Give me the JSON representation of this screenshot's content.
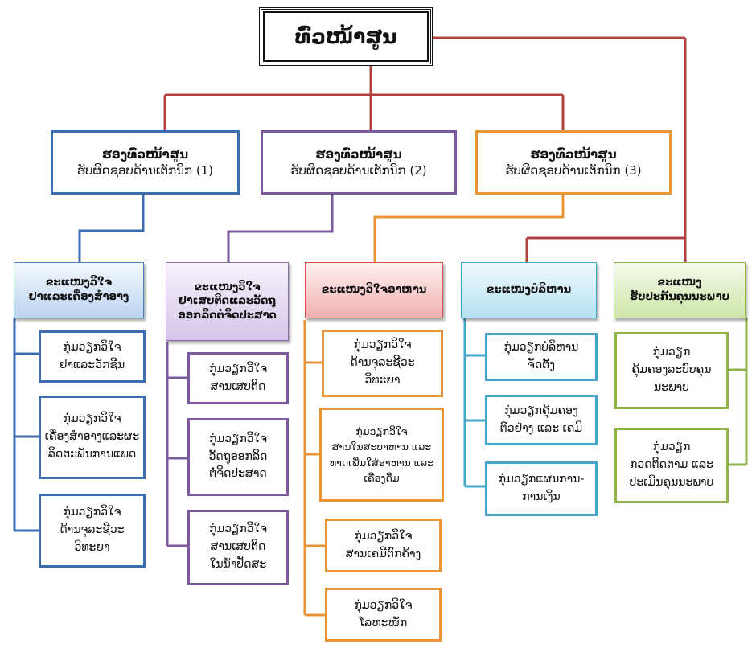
{
  "top": {
    "title": "ທົ່ວໜ້າສູນ"
  },
  "managers": [
    {
      "line1": "ຮອງທົ່ວໜ້າສູນ",
      "line2": "ຮັບຜິດຊອບດ້ານເຕັກນິກ (1)",
      "color": "#3c6db3"
    },
    {
      "line1": "ຮອງທົ່ວໜ້າສູນ",
      "line2": "ຮັບຜິດຊອບດ້ານເຕັກນິກ (2)",
      "color": "#7b5a9e"
    },
    {
      "line1": "ຮອງທົ່ວໜ້າສູນ",
      "line2": "ຮັບຜິດຊອບດ້ານເຕັກນິກ (3)",
      "color": "#e8953a"
    }
  ],
  "departments": [
    {
      "line1": "ຂະແໜງວິໃຈ",
      "line2": "ຢາແລະເຄື່ອງສຳອາງ",
      "color": "#4d7fc3",
      "bg": "#d6e6fa"
    },
    {
      "line1": "ຂະແໜງວິໃຈ",
      "line2": "ຢາເສບຕິດແລະວັດຖຸ",
      "line3": "ອອກລິດຕໍ່ຈິດປະສາດ",
      "color": "#8b6bb0",
      "bg": "#e5dcf1"
    },
    {
      "line1": "ຂະແໜງວິໃຈອາຫານ",
      "color": "#d9534f",
      "bg": "#f6cccc"
    },
    {
      "line1": "ຂະແໜງບໍລິຫານ",
      "color": "#41a6c9",
      "bg": "#d4eef8"
    },
    {
      "line1": "ຂະແໜງ",
      "line2": "ຮັບປະກັນຄຸນນະພາບ",
      "color": "#8fb24a",
      "bg": "#e2f0c8"
    }
  ],
  "groups": {
    "dept1": [
      {
        "line1": "ກຸ່ມວຽກວິໃຈ",
        "line2": "ຢາແລະວັກຊີນ"
      },
      {
        "line1": "ກຸ່ມວຽກວິໃຈ",
        "line2": "ເຄື່ອງສຳອາງແລະຜະ",
        "line3": "ລິດຕະພັນການແພດ"
      },
      {
        "line1": "ກຸ່ມວຽກວິໃຈ",
        "line2": "ດ້ານຈຸລະຊີວະ",
        "line3": "ວິທະຍາ"
      }
    ],
    "dept2": [
      {
        "line1": "ກຸ່ມວຽກວິໃຈ",
        "line2": "ສານເສບຕິດ"
      },
      {
        "line1": "ກຸ່ມວຽກວິໃຈ",
        "line2": "ວັດຖຸອອກລິດ",
        "line3": "ຕໍ່ຈິດປະສາດ"
      },
      {
        "line1": "ກຸ່ມວຽກວິໃຈ",
        "line2": "ສານເສບຕິດ",
        "line3": "ໃນນ້ຳປັດສະ"
      }
    ],
    "dept3": [
      {
        "line1": "ກຸ່ມວຽກວິໃຈ",
        "line2": "ດ້ານຈຸລະຊີວະ",
        "line3": "ວິທະຍາ"
      },
      {
        "line1": "ກຸ່ມວຽກວິໃຈ",
        "line2": "ສານໃນສະບາຫານ ແລະ",
        "line3": "ທາດເພີ່ມໃສ່ອາຫານ ແລະ",
        "line4": "ເຄື່ອງດື່ມ"
      },
      {
        "line1": "ກຸ່ມວຽກວິໃຈ",
        "line2": "ສານເຄມີຕົກຄ້າງ"
      },
      {
        "line1": "ກຸ່ມວຽກວິໃຈ",
        "line2": "ໂລຫະໜັກ"
      }
    ],
    "dept4": [
      {
        "line1": "ກຸ່ມວຽກບໍລິຫານ",
        "line2": "ຈັດຕັ້ງ"
      },
      {
        "line1": "ກຸ່ມວຽກຄຸ້ມຄອງ",
        "line2": "ຕົວຢ່າງ ແລະ ເຄມີ"
      },
      {
        "line1": "ກຸ່ມວຽກແຜນການ-",
        "line2": "ການເງິນ"
      }
    ],
    "dept5": [
      {
        "line1": "ກຸ່ມວຽກ",
        "line2": "ຄຸ້ມຄອງລະບົບຄຸນ",
        "line3": "ນະພາບ"
      },
      {
        "line1": "ກຸ່ມວຽກ",
        "line2": "ກວດຕິດຕາມ ແລະ",
        "line3": "ປະເມີນຄຸນນະພາບ"
      }
    ]
  },
  "colors": {
    "top_link": "#b0413e",
    "blue": "#3c6db3",
    "purple": "#7b5a9e",
    "orange": "#e8953a",
    "teal": "#41a6c9",
    "green": "#8fb24a",
    "red": "#b0413e"
  }
}
